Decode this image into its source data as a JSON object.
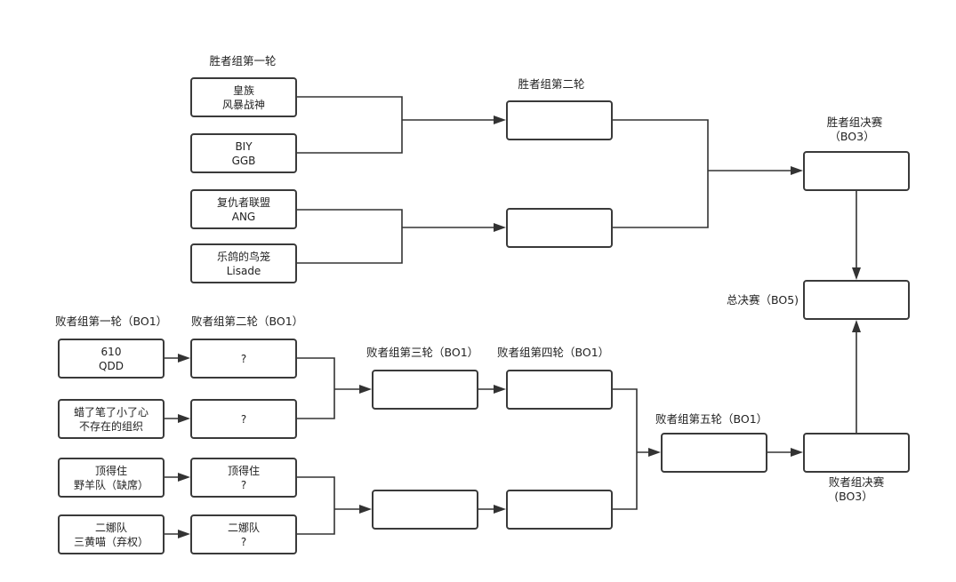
{
  "labels": {
    "winners_r1": "胜者组第一轮",
    "winners_r2": "胜者组第二轮",
    "winners_final": "胜者组决赛",
    "winners_final_bo": "（BO3）",
    "grand_final": "总决赛（BO5)",
    "losers_r1": "败者组第一轮（BO1）",
    "losers_r2": "败者组第二轮（BO1）",
    "losers_r3": "败者组第三轮（BO1）",
    "losers_r4": "败者组第四轮（BO1）",
    "losers_r5": "败者组第五轮（BO1）",
    "losers_final": "败者组决赛",
    "losers_final_bo": "(BO3）"
  },
  "boxes": {
    "w1a": [
      "皇族",
      "风暴战神"
    ],
    "w1b": [
      "BIY",
      "GGB"
    ],
    "w1c": [
      "复仇者联盟",
      "ANG"
    ],
    "w1d": [
      "乐鸽的鸟笼",
      "Lisade"
    ],
    "w2a": [],
    "w2b": [],
    "wf": [],
    "gf": [],
    "l1a": [
      "610",
      "QDD"
    ],
    "l1b": [
      "蜡了笔了小了心",
      "不存在的组织"
    ],
    "l1c": [
      "顶得住",
      "野羊队（缺席）"
    ],
    "l1d": [
      "二娜队",
      "三黄喵（弃权）"
    ],
    "l2a": [
      "?"
    ],
    "l2b": [
      "?"
    ],
    "l2c": [
      "顶得住",
      "?"
    ],
    "l2d": [
      "二娜队",
      "?"
    ],
    "l3a": [],
    "l3b": [],
    "l4a": [],
    "l4b": [],
    "l5": [],
    "lf": []
  }
}
